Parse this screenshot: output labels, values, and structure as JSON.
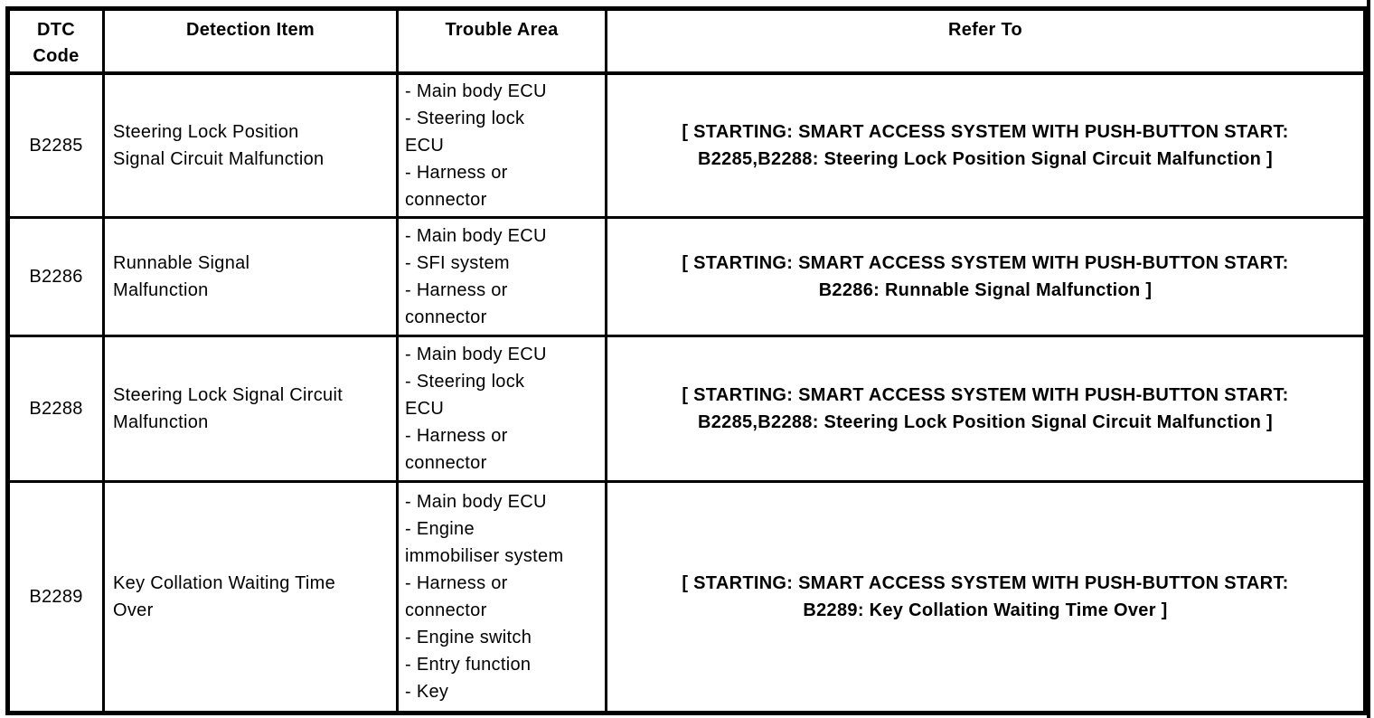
{
  "colors": {
    "border": "#000000",
    "text": "#000000",
    "background": "#ffffff"
  },
  "table": {
    "headers": [
      "DTC Code",
      "Detection Item",
      "Trouble Area",
      "Refer To"
    ],
    "rows": [
      {
        "dtc_code": "B2285",
        "detection_item": "Steering Lock Position Signal Circuit Malfunction",
        "trouble_areas": [
          "- Main body ECU",
          "- Steering lock ECU",
          "- Harness or connector"
        ],
        "refer_to": "[ STARTING: SMART ACCESS SYSTEM WITH PUSH-BUTTON START: B2285,B2288: Steering Lock Position Signal Circuit Malfunction ]"
      },
      {
        "dtc_code": "B2286",
        "detection_item": "Runnable Signal Malfunction",
        "trouble_areas": [
          "- Main body ECU",
          "- SFI system",
          "- Harness or connector"
        ],
        "refer_to": "[ STARTING: SMART ACCESS SYSTEM WITH PUSH-BUTTON START: B2286: Runnable Signal Malfunction ]"
      },
      {
        "dtc_code": "B2288",
        "detection_item": "Steering Lock Signal Circuit Malfunction",
        "trouble_areas": [
          "- Main body ECU",
          "- Steering lock ECU",
          "- Harness or connector"
        ],
        "refer_to": "[ STARTING: SMART ACCESS SYSTEM WITH PUSH-BUTTON START: B2285,B2288: Steering Lock Position Signal Circuit Malfunction ]"
      },
      {
        "dtc_code": "B2289",
        "detection_item": "Key Collation Waiting Time Over",
        "trouble_areas": [
          "- Main body ECU",
          "- Engine immobiliser system",
          "- Harness or connector",
          "- Engine switch",
          "- Entry function",
          "- Key"
        ],
        "refer_to": "[ STARTING: SMART ACCESS SYSTEM WITH PUSH-BUTTON START: B2289: Key Collation Waiting Time Over ]"
      }
    ]
  }
}
